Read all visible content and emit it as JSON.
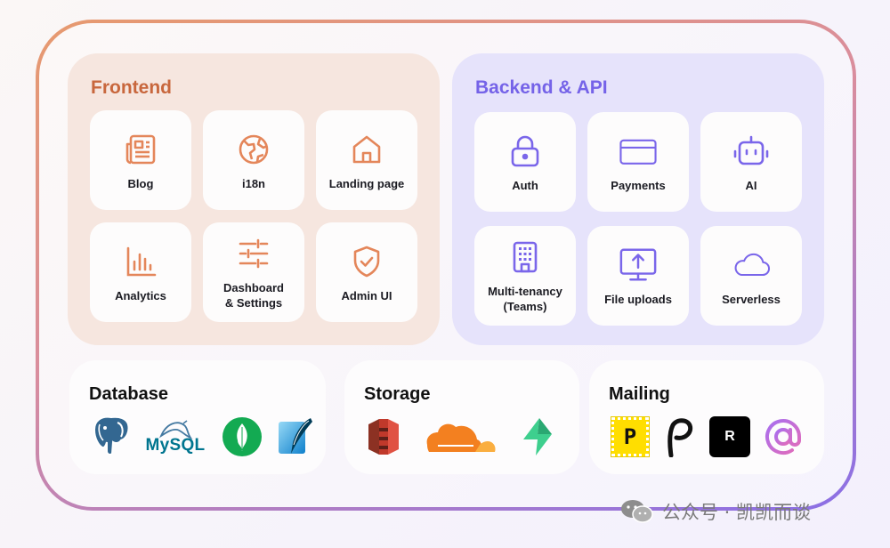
{
  "frontend": {
    "title": "Frontend",
    "items": [
      {
        "label": "Blog"
      },
      {
        "label": "i18n"
      },
      {
        "label": "Landing page"
      },
      {
        "label": "Analytics"
      },
      {
        "label": "Dashboard\n& Settings"
      },
      {
        "label": "Admin UI"
      }
    ]
  },
  "backend": {
    "title": "Backend & API",
    "items": [
      {
        "label": "Auth"
      },
      {
        "label": "Payments"
      },
      {
        "label": "AI"
      },
      {
        "label": "Multi-tenancy\n(Teams)"
      },
      {
        "label": "File uploads"
      },
      {
        "label": "Serverless"
      }
    ]
  },
  "database": {
    "title": "Database",
    "logos": [
      "postgresql-logo",
      "mysql-logo",
      "mongodb-logo",
      "sqlite-logo"
    ],
    "mysql_text": "MySQL"
  },
  "storage": {
    "title": "Storage",
    "logos": [
      "aws-s3-logo",
      "cloudflare-logo",
      "supabase-logo"
    ]
  },
  "mailing": {
    "title": "Mailing",
    "logos": [
      "postmark-logo",
      "plunk-logo",
      "resend-logo",
      "at-sign-logo"
    ],
    "postmark_letter": "P",
    "resend_letter": "R"
  },
  "watermark": {
    "text": "公众号 · 凯凯而谈"
  },
  "colors": {
    "frontend_accent": "#c8673d",
    "backend_accent": "#7563e8",
    "frontend_panel": "#f6e6df",
    "backend_panel": "#e6e3fb"
  }
}
